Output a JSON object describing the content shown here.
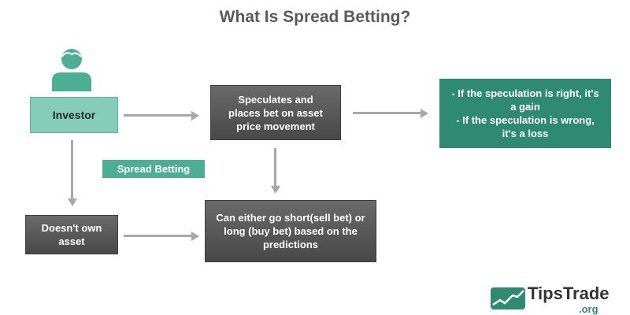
{
  "title": "What Is Spread Betting?",
  "nodes": {
    "investor": "Investor",
    "speculates": "Speculates and places bet on asset price movement",
    "outcome_line1": "- If the speculation is right, it's a gain",
    "outcome_line2": "- If the speculation is wrong, it's a loss",
    "doesnt_own": "Doesn't own asset",
    "go_short_long": "Can either go short(sell bet) or long (buy bet) based on the predictions",
    "spread_betting": "Spread Betting"
  },
  "logo": {
    "name": "TipsTrade",
    "suffix": ".org"
  },
  "colors": {
    "teal_light": "#86cdb9",
    "teal_dark": "#2f8a72",
    "dark_box": "#555555",
    "arrow": "#a8a8a8"
  }
}
